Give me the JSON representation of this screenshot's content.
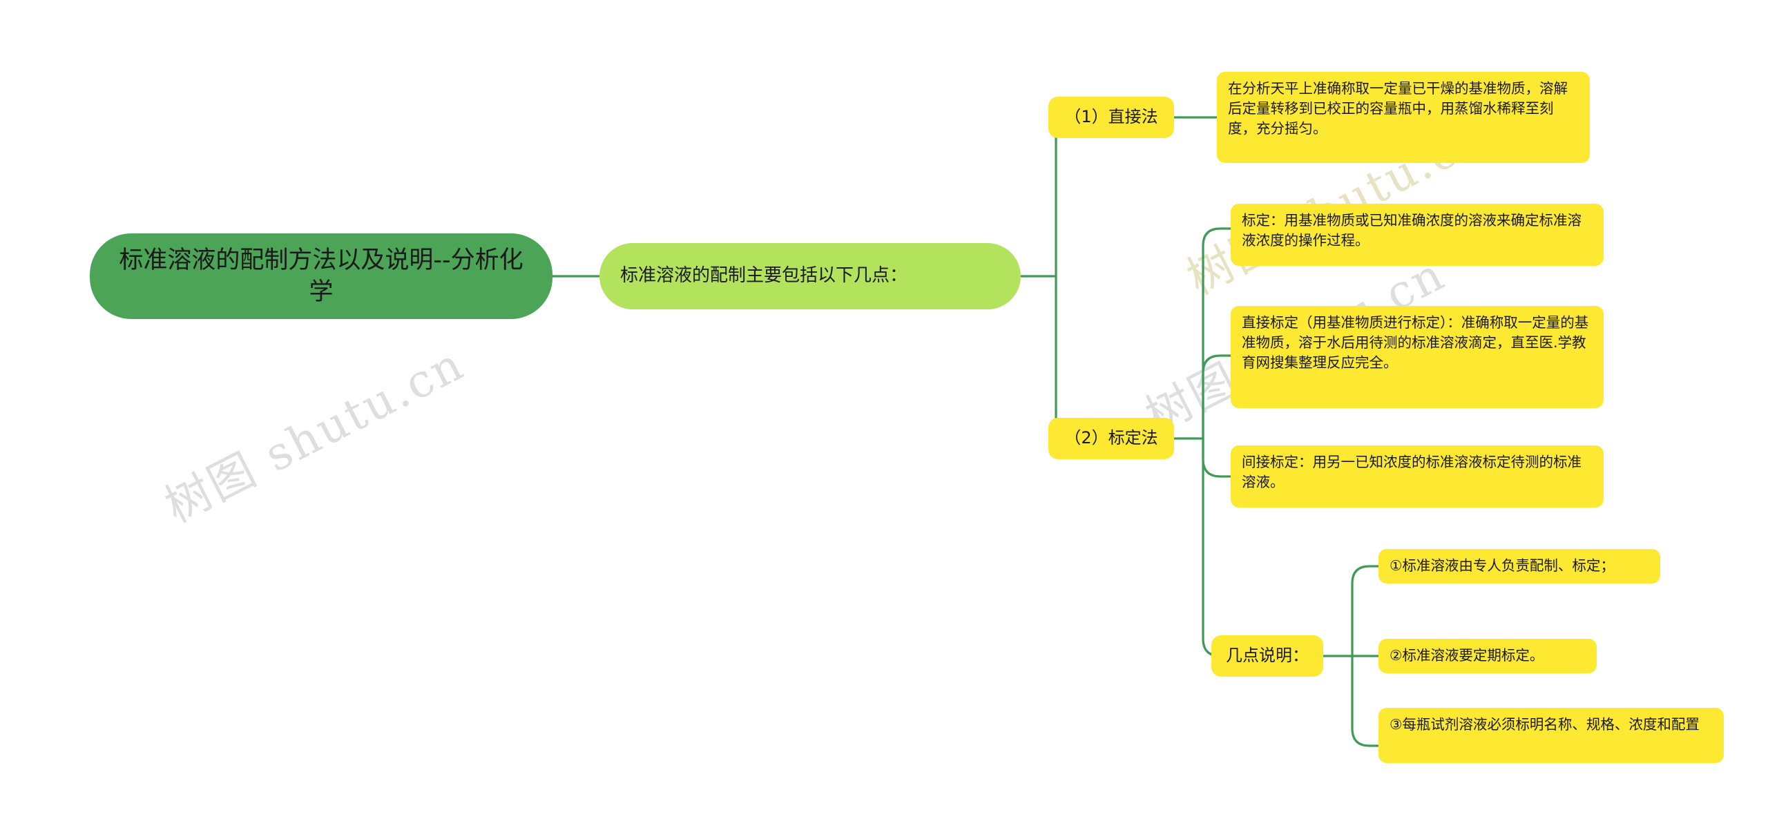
{
  "diagram": {
    "type": "mind-map",
    "orientation": "left-to-right",
    "colors": {
      "root_fill": "#4CA456",
      "level2_fill": "#B3E35C",
      "level3_fill": "#FDE832",
      "leaf_fill": "#FDE832",
      "connector": "#3F9A58",
      "text": "#1A1A1A",
      "background": "#FFFFFF",
      "watermark": "#DEDEDE"
    },
    "watermark": {
      "text_a": "树图 shutu.cn",
      "text_b": "树图 shutu.cn",
      "text_c": "树图 shutu.cn"
    },
    "root": {
      "label": "标准溶液的配制方法以及说明--分析化学"
    },
    "level2": {
      "label": "标准溶液的配制主要包括以下几点："
    },
    "branches": [
      {
        "label": "（1）直接法",
        "children": [
          "在分析天平上准确称取一定量已干燥的基准物质，溶解后定量转移到已校正的容量瓶中，用蒸馏水稀释至刻度，充分摇匀。"
        ]
      },
      {
        "label": "（2）标定法",
        "children": [
          "标定：用基准物质或已知准确浓度的溶液来确定标准溶液浓度的操作过程。",
          "直接标定（用基准物质进行标定）：准确称取一定量的基准物质，溶于水后用待测的标准溶液滴定，直至医.学教育网搜集整理反应完全。",
          "间接标定：用另一已知浓度的标准溶液标定待测的标准溶液。"
        ]
      },
      {
        "label": "几点说明：",
        "children": [
          "①标准溶液由专人负责配制、标定；",
          "②标准溶液要定期标定。",
          "③每瓶试剂溶液必须标明名称、规格、浓度和配置"
        ]
      }
    ]
  }
}
